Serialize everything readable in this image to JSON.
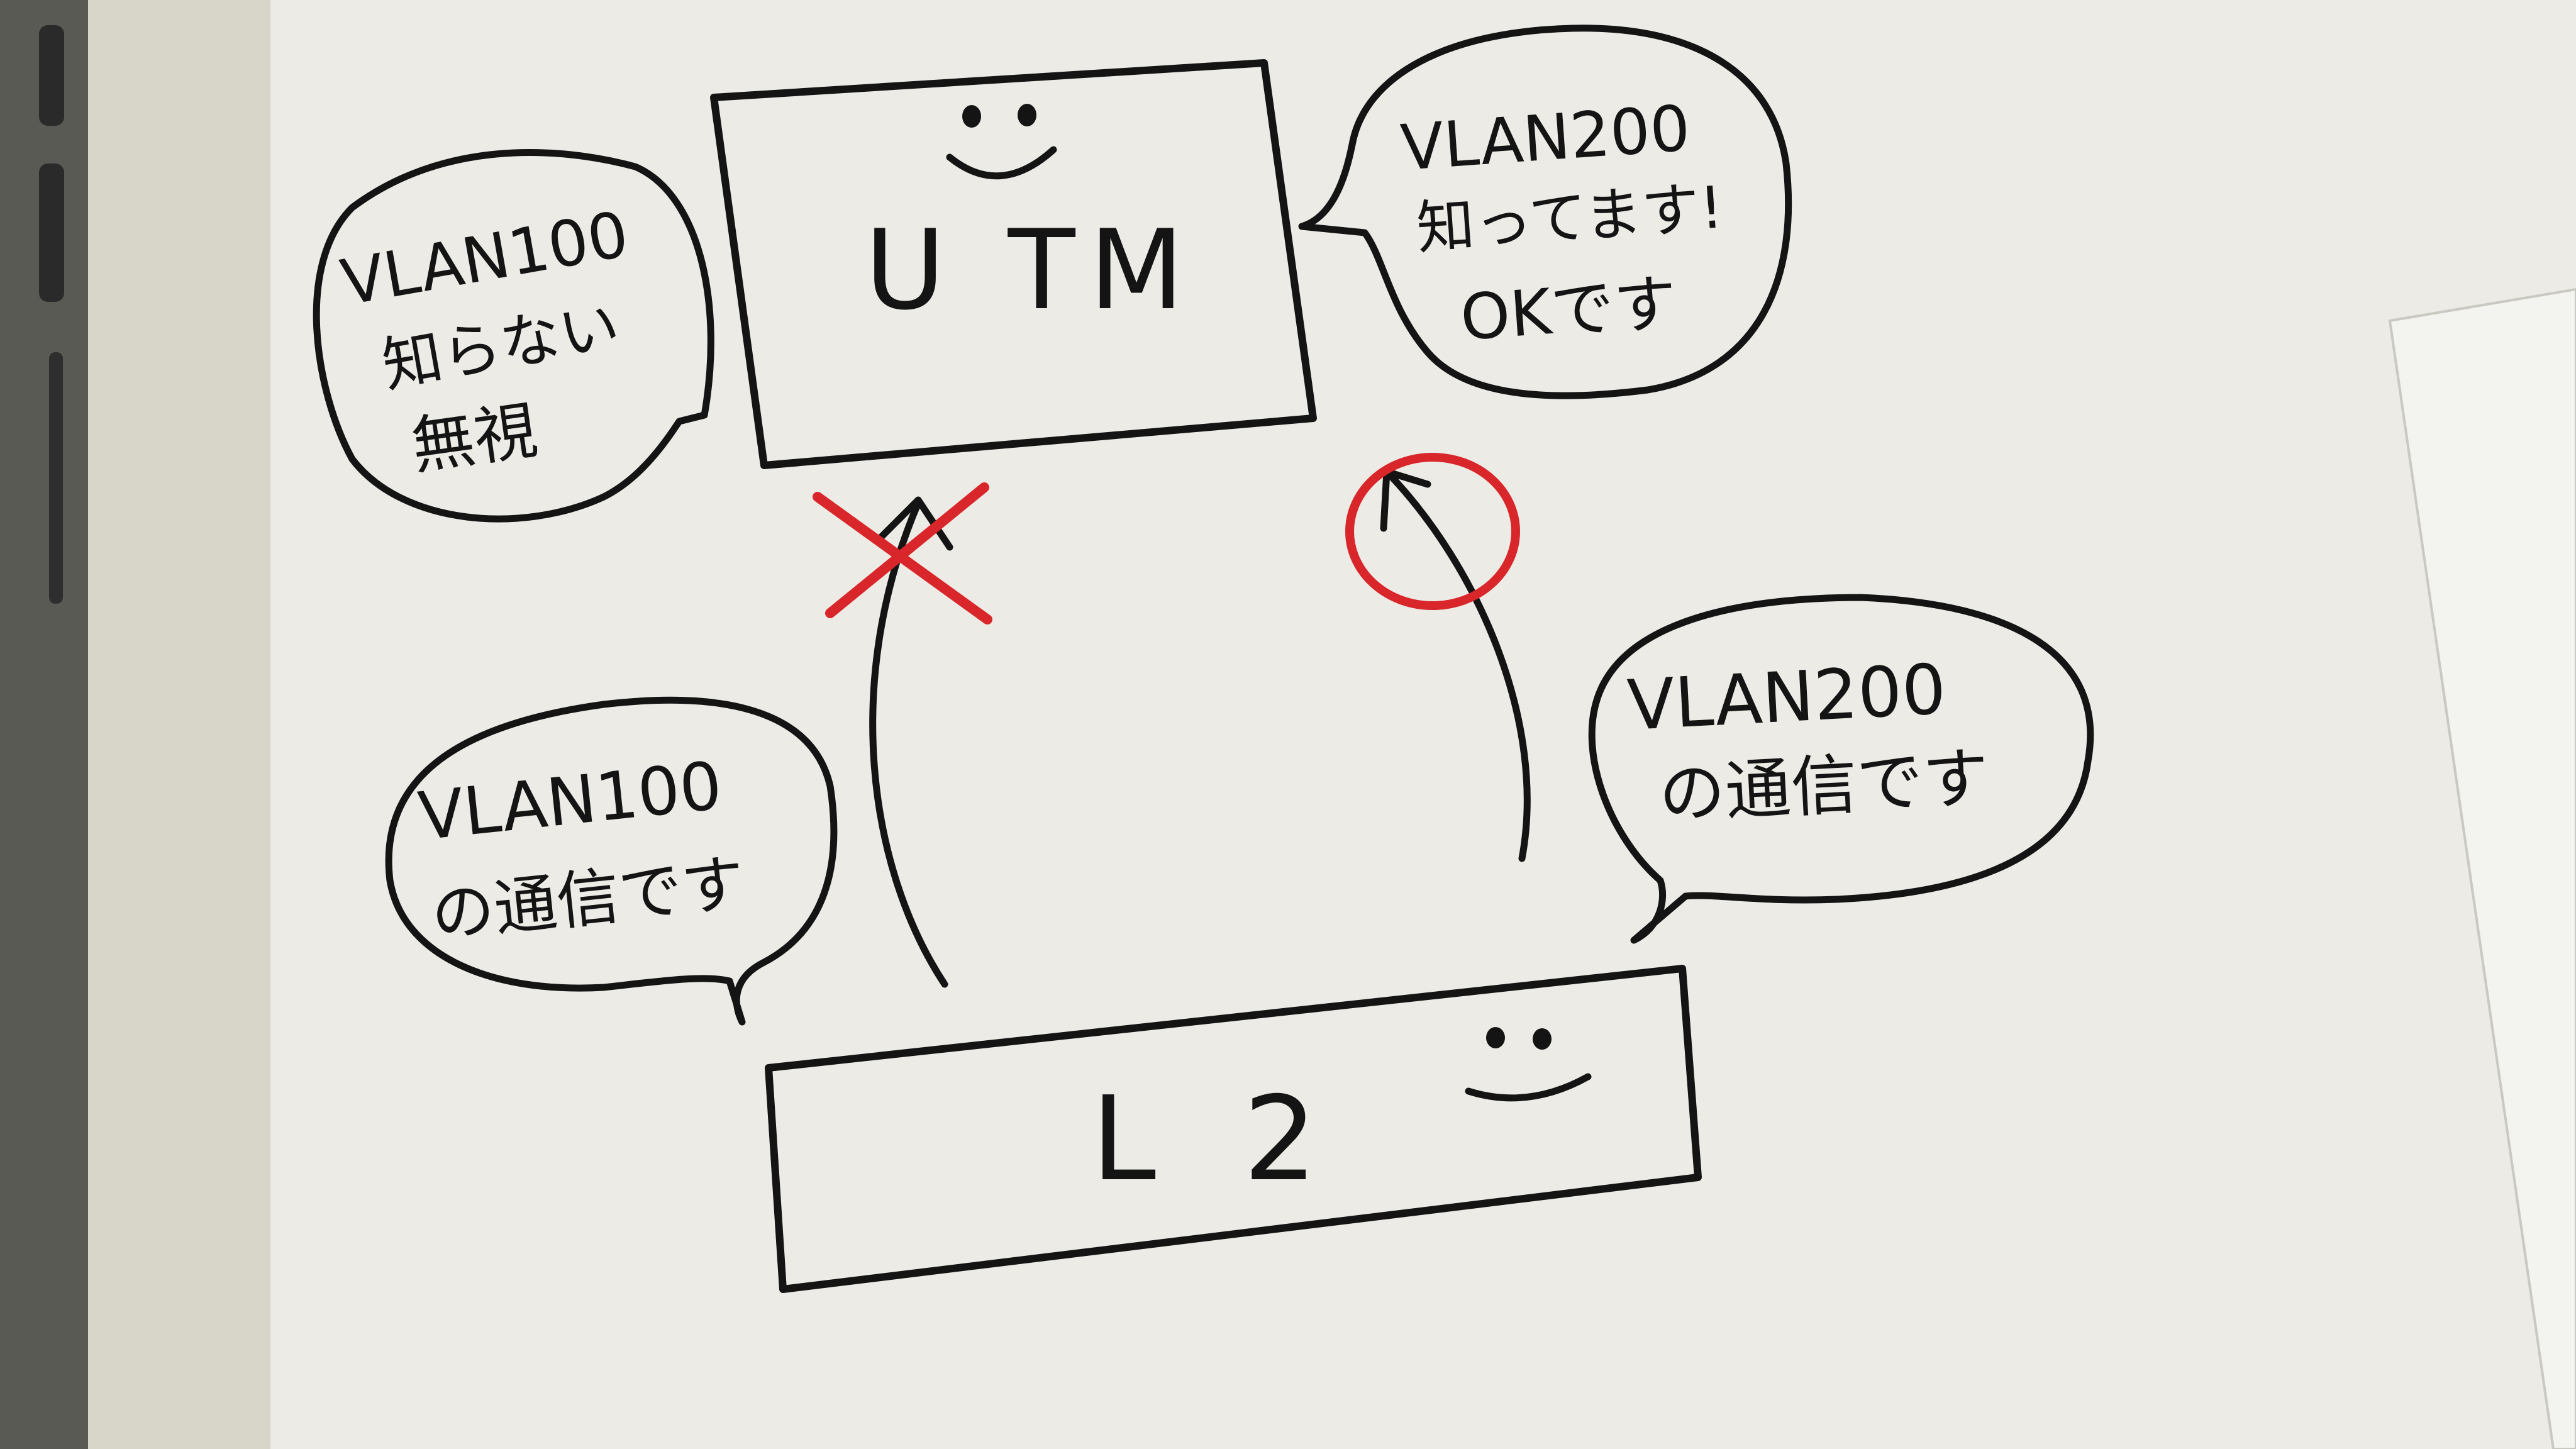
{
  "utm": {
    "label": "U TM"
  },
  "l2": {
    "label": "L 2"
  },
  "bubbles": {
    "utm_left": {
      "line1": "VLAN100",
      "line2": "知らない",
      "line3": "無視"
    },
    "utm_right": {
      "line1": "VLAN200",
      "line2": "知ってます!",
      "line3": "OKです"
    },
    "l2_left": {
      "line1": "VLAN100",
      "line2": "の通信です"
    },
    "l2_right": {
      "line1": "VLAN200",
      "line2": "の通信です"
    }
  },
  "marks": {
    "rejected": {
      "symbol": "x-mark",
      "color": "#d8262a"
    },
    "accepted": {
      "symbol": "circle-mark",
      "color": "#d8262a"
    }
  },
  "ink_color": "#141414"
}
